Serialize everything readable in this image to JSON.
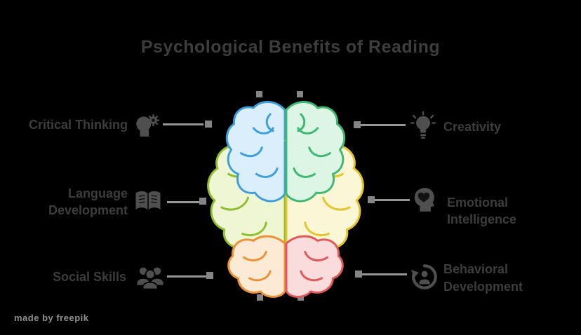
{
  "title": "Psychological Benefits of Reading",
  "watermark": "made by freepik",
  "panels": {
    "left": [
      {
        "lines": [
          "Critical Thinking"
        ],
        "icon": "critical-thinking-icon"
      },
      {
        "lines": [
          "Language",
          "Development"
        ],
        "icon": "language-development-icon"
      },
      {
        "lines": [
          "Social Skills"
        ],
        "icon": "social-skills-icon"
      }
    ],
    "right": [
      {
        "lines": [
          "Creativity"
        ],
        "icon": "creativity-icon"
      },
      {
        "lines": [
          "Emotional Intelligence"
        ],
        "icon": "emotional-intelligence-icon"
      },
      {
        "lines": [
          "Behavioral",
          "Development"
        ],
        "icon": "behavioral-development-icon"
      }
    ]
  },
  "brain": {
    "left_frontal": {
      "stroke": "#3f9fdc",
      "fill": "#dbeefc"
    },
    "right_frontal": {
      "stroke": "#3eb873",
      "fill": "#dcf5e5"
    },
    "left_parietal": {
      "stroke": "#8fbe2e",
      "fill": "#eff6d4"
    },
    "right_parietal": {
      "stroke": "#e5c32b",
      "fill": "#fbf6d5"
    },
    "left_occipital": {
      "stroke": "#ec9135",
      "fill": "#fdead4"
    },
    "right_occipital": {
      "stroke": "#e25757",
      "fill": "#fbdcdc"
    }
  },
  "colors": {
    "background": "#000000",
    "text": "#3d3d3d",
    "connector_line": "#969696",
    "connector_square": "#858585",
    "icon": "#4f4f4f",
    "watermark": "#8f8f8f"
  }
}
